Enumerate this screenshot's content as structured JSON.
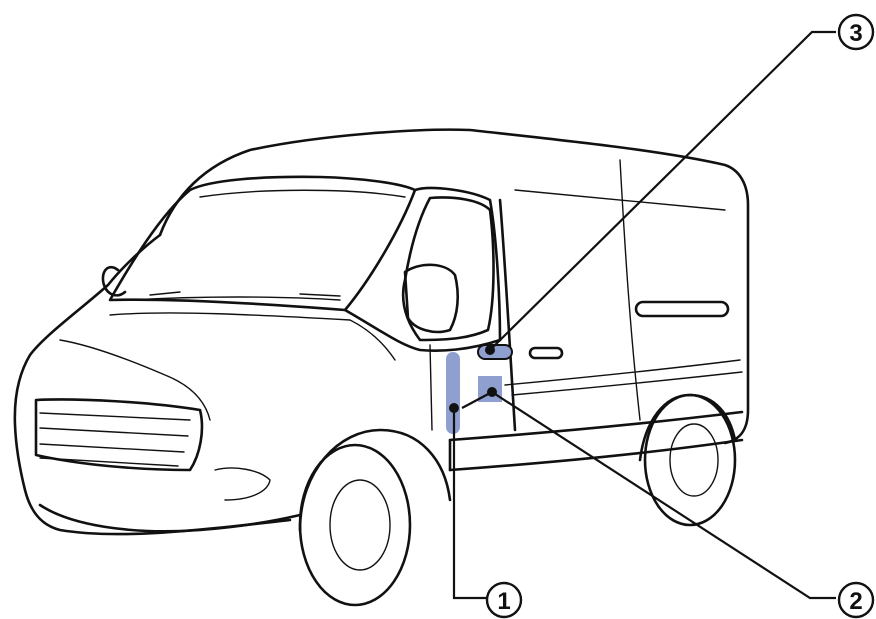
{
  "colors": {
    "line": "#111111",
    "highlight": "#8f9fcf",
    "background": "#ffffff"
  },
  "callouts": [
    {
      "label": "1",
      "target": "door-hinge-pillar-zone"
    },
    {
      "label": "2",
      "target": "door-striker-zone"
    },
    {
      "label": "3",
      "target": "door-handle-zone"
    }
  ]
}
